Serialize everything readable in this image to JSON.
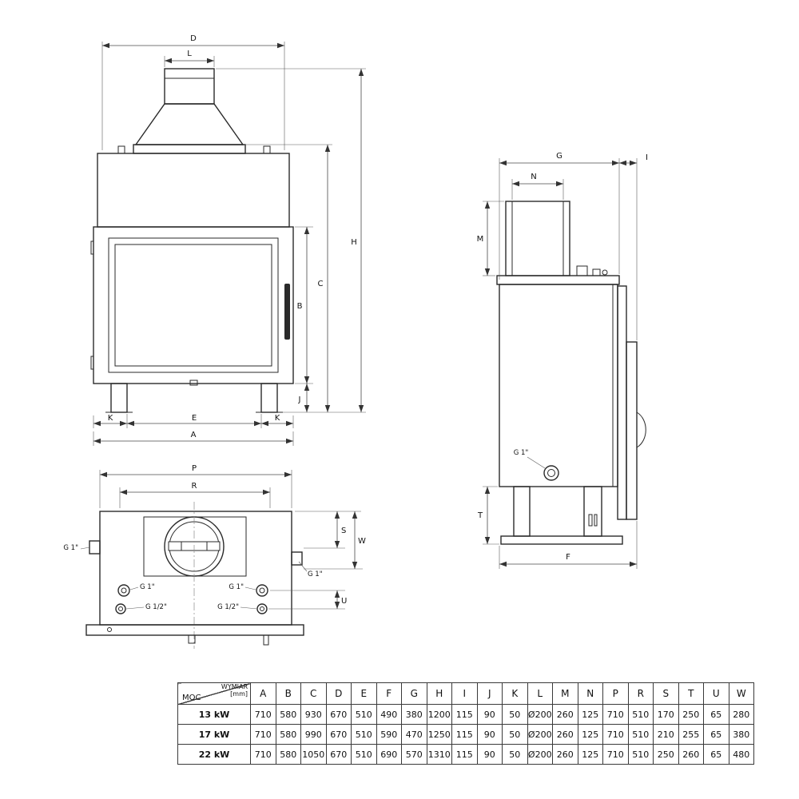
{
  "drawing": {
    "front": {
      "d": "D",
      "l": "L",
      "h": "H",
      "c": "C",
      "b": "B",
      "j": "J",
      "k": "K",
      "e": "E",
      "a": "A"
    },
    "side": {
      "g": "G",
      "i": "I",
      "n": "N",
      "m": "M",
      "t": "T",
      "f": "F",
      "g1": "G 1\""
    },
    "bottom": {
      "p": "P",
      "r": "R",
      "s": "S",
      "w": "W",
      "u": "U",
      "g1": "G 1\"",
      "g12": "G 1/2\""
    }
  },
  "table": {
    "corner_top1": "WYMIAR",
    "corner_top2": "[mm]",
    "corner_bottom": "MOC",
    "columns": [
      "A",
      "B",
      "C",
      "D",
      "E",
      "F",
      "G",
      "H",
      "I",
      "J",
      "K",
      "L",
      "M",
      "N",
      "P",
      "R",
      "S",
      "T",
      "U",
      "W"
    ],
    "rows": [
      {
        "power": "13 kW",
        "values": [
          "710",
          "580",
          "930",
          "670",
          "510",
          "490",
          "380",
          "1200",
          "115",
          "90",
          "50",
          "Ø200",
          "260",
          "125",
          "710",
          "510",
          "170",
          "250",
          "65",
          "280"
        ]
      },
      {
        "power": "17 kW",
        "values": [
          "710",
          "580",
          "990",
          "670",
          "510",
          "590",
          "470",
          "1250",
          "115",
          "90",
          "50",
          "Ø200",
          "260",
          "125",
          "710",
          "510",
          "210",
          "255",
          "65",
          "380"
        ]
      },
      {
        "power": "22 kW",
        "values": [
          "710",
          "580",
          "1050",
          "670",
          "510",
          "690",
          "570",
          "1310",
          "115",
          "90",
          "50",
          "Ø200",
          "260",
          "125",
          "710",
          "510",
          "250",
          "260",
          "65",
          "480"
        ]
      }
    ]
  }
}
